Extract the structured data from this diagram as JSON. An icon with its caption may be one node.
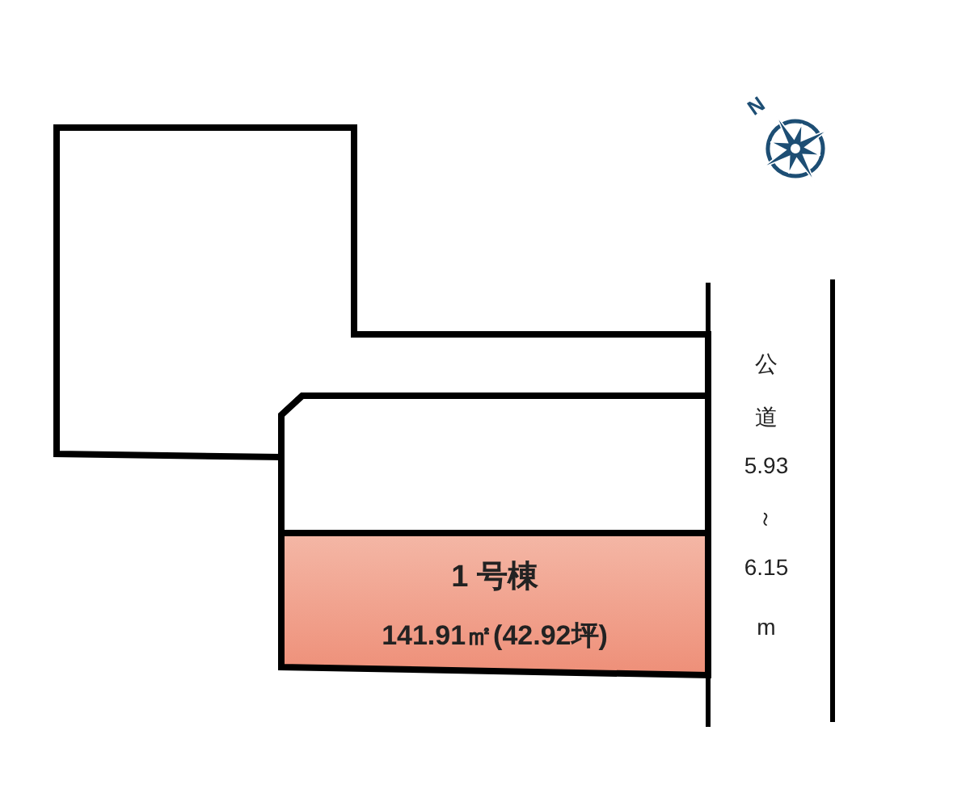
{
  "diagram": {
    "nodes": [
      {
        "text": [],
        "shape": "box"
      },
      {
        "text": [],
        "shape": "box"
      },
      {
        "text": [
          "1 号棟",
          "141.91㎡(42.92坪)"
        ]
      }
    ],
    "labels": [
      "N",
      "公",
      "道",
      "5.93",
      "～",
      "6.15",
      "m"
    ]
  }
}
